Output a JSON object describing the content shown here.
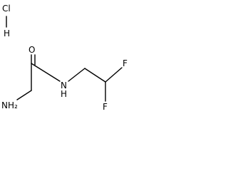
{
  "molecule": {
    "salt_label": "H",
    "salt_counterion": "Cl",
    "atoms": {
      "amine": "NH₂",
      "carbonyl_oxygen": "O",
      "amide_nitrogen": "N",
      "amide_hydrogen": "H",
      "fluorine_top": "F",
      "fluorine_bottom": "F"
    }
  },
  "colors": {
    "ink": "#000000",
    "background": "#ffffff"
  }
}
